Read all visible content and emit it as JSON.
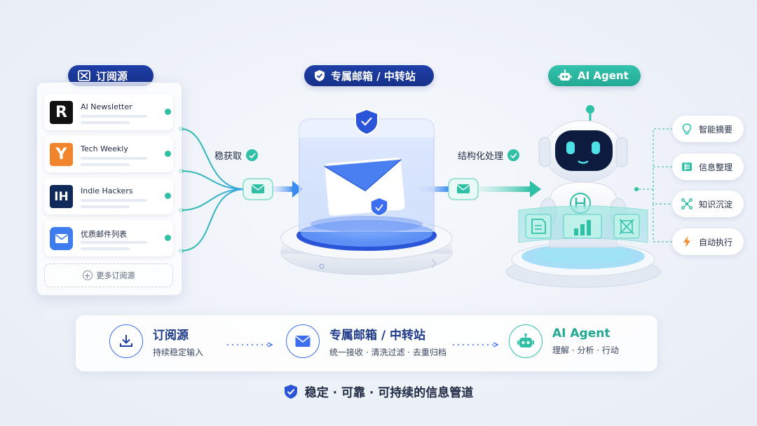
{
  "colors": {
    "navy": "#1e3fa8",
    "teal": "#22a994",
    "accent_blue": "#3b6ff0",
    "bg": "#eef2f8"
  },
  "sections": {
    "sources": {
      "title": "订阅源",
      "icon": "mail-x-icon"
    },
    "relay": {
      "title": "专属邮箱 / 中转站",
      "icon": "shield-check-icon"
    },
    "agent": {
      "title": "AI Agent",
      "icon": "robot-icon"
    }
  },
  "sources": [
    {
      "name": "AI Newsletter",
      "logo_text": "R",
      "logo_color": "#111111"
    },
    {
      "name": "Tech Weekly",
      "logo_text": "Y",
      "logo_color": "#f0852d"
    },
    {
      "name": "Indie Hackers",
      "logo_text": "IH",
      "logo_color": "#0f2a5a"
    },
    {
      "name": "优质邮件列表",
      "logo_text": "",
      "logo_color": "#3f7cf0"
    }
  ],
  "more_sources_label": "更多订阅源",
  "flow_labels": {
    "ingest": "稳获取",
    "structure": "结构化处理"
  },
  "capabilities": [
    {
      "label": "智能摘要",
      "icon": "lightbulb-icon"
    },
    {
      "label": "信息整理",
      "icon": "list-icon"
    },
    {
      "label": "知识沉淀",
      "icon": "network-icon"
    },
    {
      "label": "自动执行",
      "icon": "lightning-icon"
    }
  ],
  "steps": [
    {
      "title": "订阅源",
      "subtitle": "持续稳定输入",
      "icon": "download-icon"
    },
    {
      "title": "专属邮箱 / 中转站",
      "subtitle": "统一接收 · 清洗过滤 · 去重归档",
      "icon": "envelope-icon"
    },
    {
      "title": "AI Agent",
      "subtitle": "理解 · 分析 · 行动",
      "icon": "robot-icon"
    }
  ],
  "tagline": "稳定 · 可靠 · 可持续的信息管道"
}
